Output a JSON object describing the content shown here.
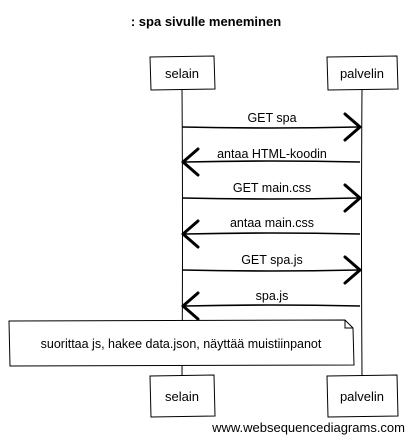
{
  "diagram": {
    "title": ": spa sivulle meneminen",
    "participants": [
      {
        "id": "selain",
        "label": "selain"
      },
      {
        "id": "palvelin",
        "label": "palvelin"
      }
    ],
    "messages": [
      {
        "from": "selain",
        "to": "palvelin",
        "label": "GET spa"
      },
      {
        "from": "palvelin",
        "to": "selain",
        "label": "antaa HTML-koodin"
      },
      {
        "from": "selain",
        "to": "palvelin",
        "label": "GET main.css"
      },
      {
        "from": "palvelin",
        "to": "selain",
        "label": "antaa main.css"
      },
      {
        "from": "selain",
        "to": "palvelin",
        "label": "GET spa.js"
      },
      {
        "from": "palvelin",
        "to": "selain",
        "label": "spa.js"
      }
    ],
    "note": {
      "over": "selain",
      "text": "suorittaa js, hakee data.json, näyttää muistiinpanot"
    },
    "watermark": "www.websequencediagrams.com"
  }
}
